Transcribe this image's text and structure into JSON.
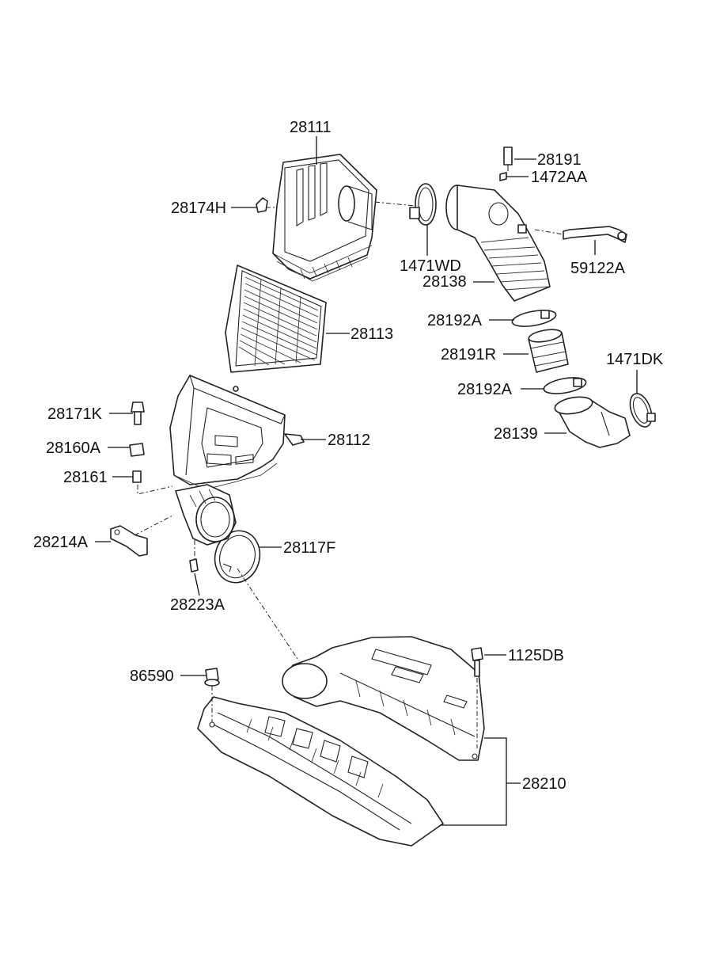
{
  "labels": {
    "p28111": "28111",
    "p28191": "28191",
    "p1472AA": "1472AA",
    "p28174H": "28174H",
    "p1471WD": "1471WD",
    "p28138": "28138",
    "p59122A": "59122A",
    "p28113": "28113",
    "p28192A_1": "28192A",
    "p28191R": "28191R",
    "p1471DK": "1471DK",
    "p28192A_2": "28192A",
    "p28171K": "28171K",
    "p28112": "28112",
    "p28139": "28139",
    "p28160A": "28160A",
    "p28161": "28161",
    "p28214A": "28214A",
    "p28117F": "28117F",
    "p28223A": "28223A",
    "p1125DB": "1125DB",
    "p86590": "86590",
    "p28210": "28210"
  }
}
